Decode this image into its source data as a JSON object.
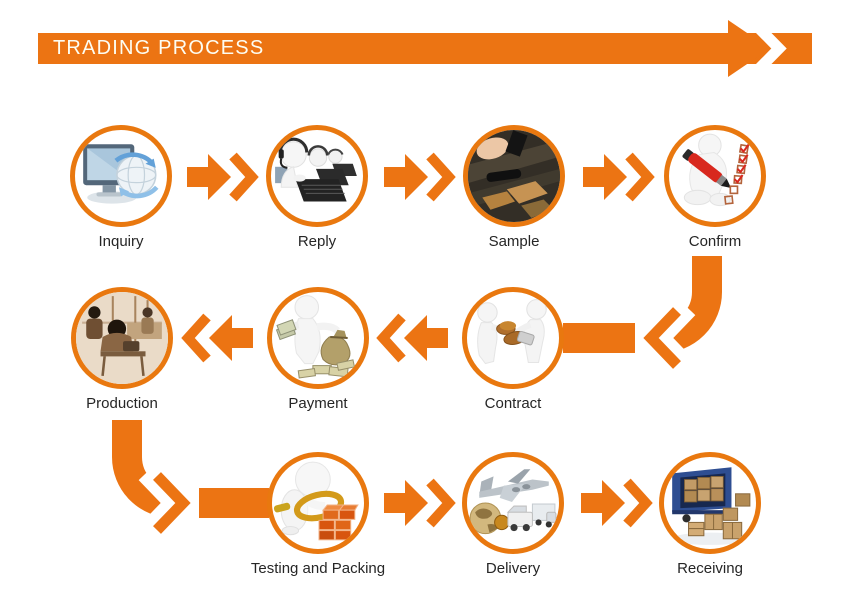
{
  "banner": {
    "title": "TRADING PROCESS"
  },
  "colors": {
    "orange": "#ec7413",
    "ring_orange": "#e9780f",
    "banner_text": "#fdfdf2",
    "label_text": "#262626",
    "background": "#ffffff"
  },
  "steps": [
    {
      "row": 1,
      "label": "Inquiry",
      "icon": "monitor-globe-icon"
    },
    {
      "row": 1,
      "label": "Reply",
      "icon": "support-reply-icon"
    },
    {
      "row": 1,
      "label": "Sample",
      "icon": "sample-making-icon"
    },
    {
      "row": 1,
      "label": "Confirm",
      "icon": "confirm-checklist-icon"
    },
    {
      "row": 2,
      "label": "Production",
      "icon": "factory-production-icon"
    },
    {
      "row": 2,
      "label": "Payment",
      "icon": "payment-money-icon"
    },
    {
      "row": 2,
      "label": "Contract",
      "icon": "contract-exchange-icon"
    },
    {
      "row": 3,
      "label": "Testing and Packing",
      "icon": "testing-packing-icon"
    },
    {
      "row": 3,
      "label": "Delivery",
      "icon": "delivery-transport-icon"
    },
    {
      "row": 3,
      "label": "Receiving",
      "icon": "receiving-truck-icon"
    }
  ],
  "connections": [
    {
      "from": "Inquiry",
      "to": "Reply",
      "direction": "right"
    },
    {
      "from": "Reply",
      "to": "Sample",
      "direction": "right"
    },
    {
      "from": "Sample",
      "to": "Confirm",
      "direction": "right"
    },
    {
      "from": "Confirm",
      "to": "Contract",
      "direction": "down-left-curve"
    },
    {
      "from": "Contract",
      "to": "Payment",
      "direction": "left"
    },
    {
      "from": "Payment",
      "to": "Production",
      "direction": "left"
    },
    {
      "from": "Production",
      "to": "Testing and Packing",
      "direction": "down-right-curve"
    },
    {
      "from": "Testing and Packing",
      "to": "Delivery",
      "direction": "right"
    },
    {
      "from": "Delivery",
      "to": "Receiving",
      "direction": "right"
    }
  ]
}
